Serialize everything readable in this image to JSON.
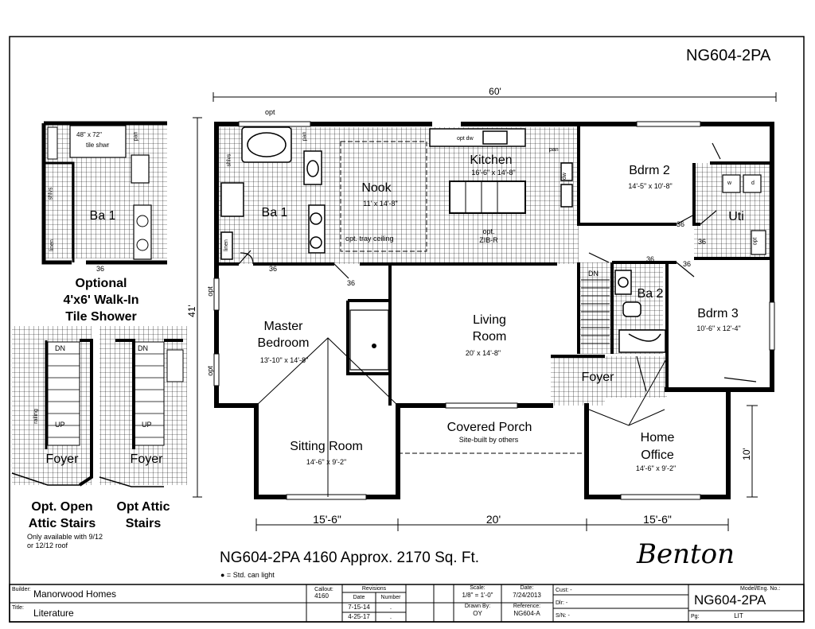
{
  "header": {
    "plan_code": "NG604-2PA"
  },
  "dimensions": {
    "overall_width": "60'",
    "overall_depth": "41'",
    "porch_depth": "10'",
    "left_wing": "15'-6\"",
    "center": "20'",
    "right_wing": "15'-6\""
  },
  "rooms": [
    {
      "key": "kitchen",
      "name": "Kitchen",
      "size": "16'-6\" x 14'-8\""
    },
    {
      "key": "nook",
      "name": "Nook",
      "size": "11' x 14'-8\""
    },
    {
      "key": "bdrm2",
      "name": "Bdrm 2",
      "size": "14'-5\" x 10'-8\""
    },
    {
      "key": "bdrm3",
      "name": "Bdrm 3",
      "size": "10'-6\" x 12'-4\""
    },
    {
      "key": "living",
      "name": "Living Room",
      "size": "20' x 14'-8\""
    },
    {
      "key": "master",
      "name": "Master Bedroom",
      "size": "13'-10\" x 14'-8\""
    },
    {
      "key": "sitting",
      "name": "Sitting Room",
      "size": "14'-6\" x 9'-2\""
    },
    {
      "key": "porch",
      "name": "Covered Porch",
      "size": "Site-built by others"
    },
    {
      "key": "office",
      "name": "Home Office",
      "size": "14'-6\" x 9'-2\""
    }
  ],
  "room_labels": {
    "ba1": "Ba 1",
    "ba2": "Ba 2",
    "uti": "Uti",
    "foyer": "Foyer"
  },
  "plan_notes": {
    "opt": "opt",
    "shlvs": "shlvs",
    "pan": "pan",
    "linen": "linen",
    "dw": "dw",
    "opt_dw": "opt dw",
    "tray": "opt. tray ceiling",
    "zib": "opt.\nZIB-R",
    "door36": "36",
    "dn": "DN",
    "up": "UP",
    "railing": "railing",
    "w": "w",
    "d": "d",
    "opt_small": "opt"
  },
  "insets": {
    "shower_size": "48\" x 72\"",
    "shower_label": "tile shwr",
    "shower_caption": "Optional\n4'x6' Walk-In\nTile Shower",
    "open_stairs_caption": "Opt. Open\nAttic Stairs",
    "open_stairs_note": "Only available with 9/12\nor 12/12 roof",
    "attic_stairs_caption": "Opt Attic\nStairs"
  },
  "footer": {
    "plan_title": "NG604-2PA 4160  Approx. 2170 Sq. Ft.",
    "legend": "● = Std. can light",
    "model_name": "Benton"
  },
  "title_block": {
    "builder_label": "Builder:",
    "builder": "Manorwood Homes",
    "title_label": "Title:",
    "title": "Literature",
    "callout_label": "Callout:",
    "callout": "4160",
    "revisions_label": "Revisions",
    "date_col": "Date",
    "number_col": "Number",
    "revisions": [
      "7-15-14",
      "4-25-17"
    ],
    "revision_marks": [
      ".",
      "."
    ],
    "scale_label": "Scale:",
    "scale": "1/8\" = 1'-0\"",
    "drawn_label": "Drawn By:",
    "drawn_by": "OY",
    "date_label": "Date:",
    "date": "7/24/2013",
    "ref_label": "Reference:",
    "reference": "NG604-A",
    "cust_label": "Cust: -",
    "dlr_label": "Dlr:  -",
    "sn_label": "S/N:  -",
    "model_label": "Model/Eng. No.:",
    "model_no": "NG604-2PA",
    "pg_label": "Pg:",
    "page": "LIT"
  }
}
